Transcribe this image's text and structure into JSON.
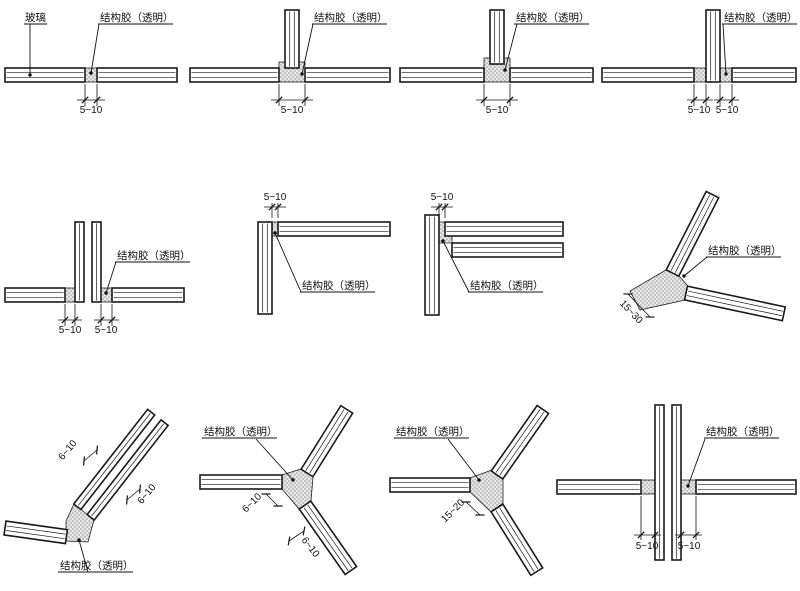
{
  "diagram": {
    "title_implicit": "玻璃结构胶接缝节点详图",
    "ink": "#1a1a1a",
    "background": "#ffffff",
    "details": [
      {
        "name": "flat-butt-joint",
        "labels": [
          "玻璃",
          "结构胶（透明）"
        ],
        "dims": [
          "5~10"
        ]
      },
      {
        "name": "t-joint",
        "labels": [
          "结构胶（透明）"
        ],
        "dims": [
          "5~10"
        ]
      },
      {
        "name": "t-joint-wide-seal",
        "labels": [
          "结构胶（透明）"
        ],
        "dims": [
          "5~10"
        ]
      },
      {
        "name": "t-joint-through-panel",
        "labels": [
          "结构胶（透明）"
        ],
        "dims": [
          "5~10",
          "5~10"
        ]
      },
      {
        "name": "t-joint-double-glazing",
        "labels": [
          "结构胶（透明）"
        ],
        "dims": [
          "5~10",
          "5~10"
        ]
      },
      {
        "name": "corner-joint",
        "labels": [
          "结构胶（透明）"
        ],
        "dims": [
          "5~10"
        ]
      },
      {
        "name": "corner-joint-stepped",
        "labels": [
          "结构胶（透明）"
        ],
        "dims": [
          "5~10"
        ]
      },
      {
        "name": "obtuse-angle-joint",
        "labels": [
          "结构胶（透明）"
        ],
        "dims": [
          "15~30"
        ]
      },
      {
        "name": "acute-angle-joint",
        "labels": [
          "结构胶（透明）"
        ],
        "dims": [
          "6~10",
          "6~10"
        ]
      },
      {
        "name": "y-branch-joint",
        "labels": [
          "结构胶（透明）"
        ],
        "dims": [
          "6~10",
          "6~10"
        ]
      },
      {
        "name": "y-branch-joint-wide",
        "labels": [
          "结构胶（透明）"
        ],
        "dims": [
          "15~20"
        ]
      },
      {
        "name": "cross-joint-double-glazing",
        "labels": [
          "结构胶（透明）"
        ],
        "dims": [
          "5~10",
          "5~10"
        ]
      }
    ]
  }
}
